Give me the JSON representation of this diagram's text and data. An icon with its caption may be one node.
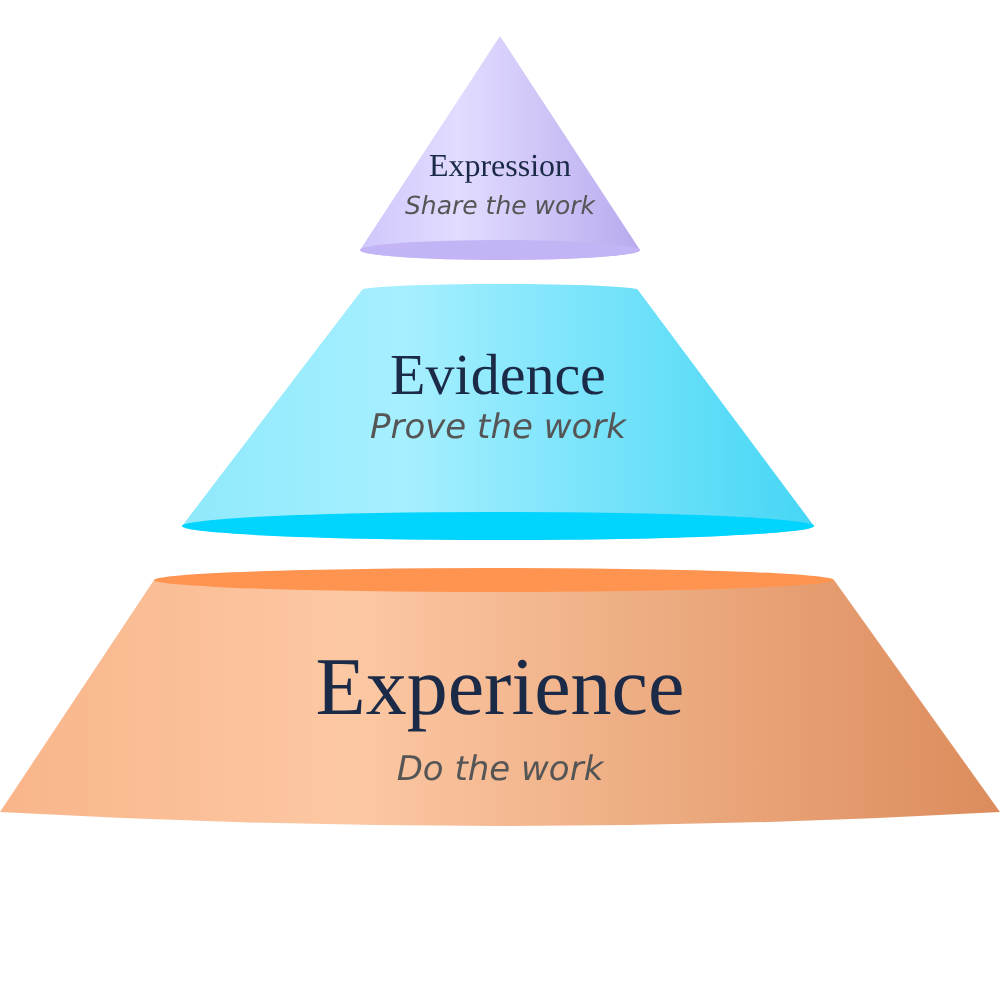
{
  "diagram": {
    "nodes": [
      {
        "text": [
          "Expression",
          "Share the work"
        ]
      },
      {
        "text": [
          "Evidence",
          "Prove the work"
        ]
      },
      {
        "text": [
          "Experience",
          "Do the work"
        ]
      }
    ]
  }
}
